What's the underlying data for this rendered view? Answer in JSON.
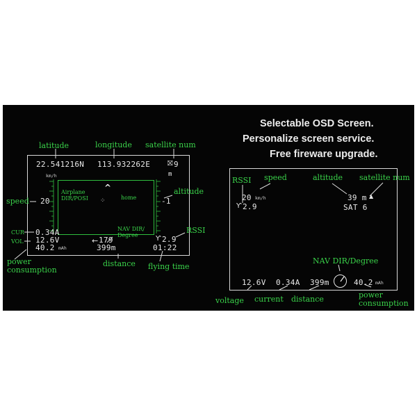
{
  "tagline": [
    "Selectable OSD Screen.",
    "Personalize screen service.",
    "Free fireware upgrade."
  ],
  "osd1": {
    "latitude": "22.541216N",
    "longitude": "113.932262E",
    "satellite_count": "9",
    "speed_unit": "km/h",
    "altitude_unit": "m",
    "speed": "20",
    "altitude": "-1",
    "airplane_dir_label": "Airplane\nDIR/POSI",
    "home_label": "home",
    "current": "0.34A",
    "voltage": "12.6V",
    "consumption_value": "40.2",
    "consumption_unit": "mAh",
    "nav_value": "179",
    "distance": "399m",
    "rssi": "2.9",
    "flying_time": "01:22"
  },
  "osd1_labels": {
    "latitude": "latitude",
    "longitude": "longitude",
    "satellite_num": "satellite num",
    "speed": "speed",
    "altitude": "altitude",
    "cur": "CUR",
    "vol": "VOL",
    "power": "power\nconsumption",
    "nav": "NAV DIR/\nDegree",
    "distance": "distance",
    "rssi": "RSSI",
    "flying_time": "flying time"
  },
  "osd2": {
    "speed": "20",
    "speed_unit": "km/h",
    "rssi": "2.9",
    "altitude": "39 m",
    "sat": "SAT 6",
    "voltage": "12.6V",
    "current": "0.34A",
    "distance": "399m",
    "consumption_value": "40.2",
    "consumption_unit": "mAh"
  },
  "osd2_labels": {
    "rssi": "RSSI",
    "speed": "speed",
    "altitude": "altitude",
    "satellite_num": "satellite num",
    "nav": "NAV DIR/Degree",
    "voltage": "voltage",
    "current": "current",
    "distance": "distance",
    "power": "power\nconsumption"
  },
  "icons": [
    "satellite-icon",
    "up-arrow-icon",
    "home-icon",
    "antenna-icon",
    "left-arrow-icon",
    "triangle-icon",
    "compass-icon"
  ],
  "colors": {
    "label_green": "#3ad34a",
    "osd_text": "#e8e8e8",
    "background": "#050505",
    "panel_border": "#d9d9d9"
  }
}
